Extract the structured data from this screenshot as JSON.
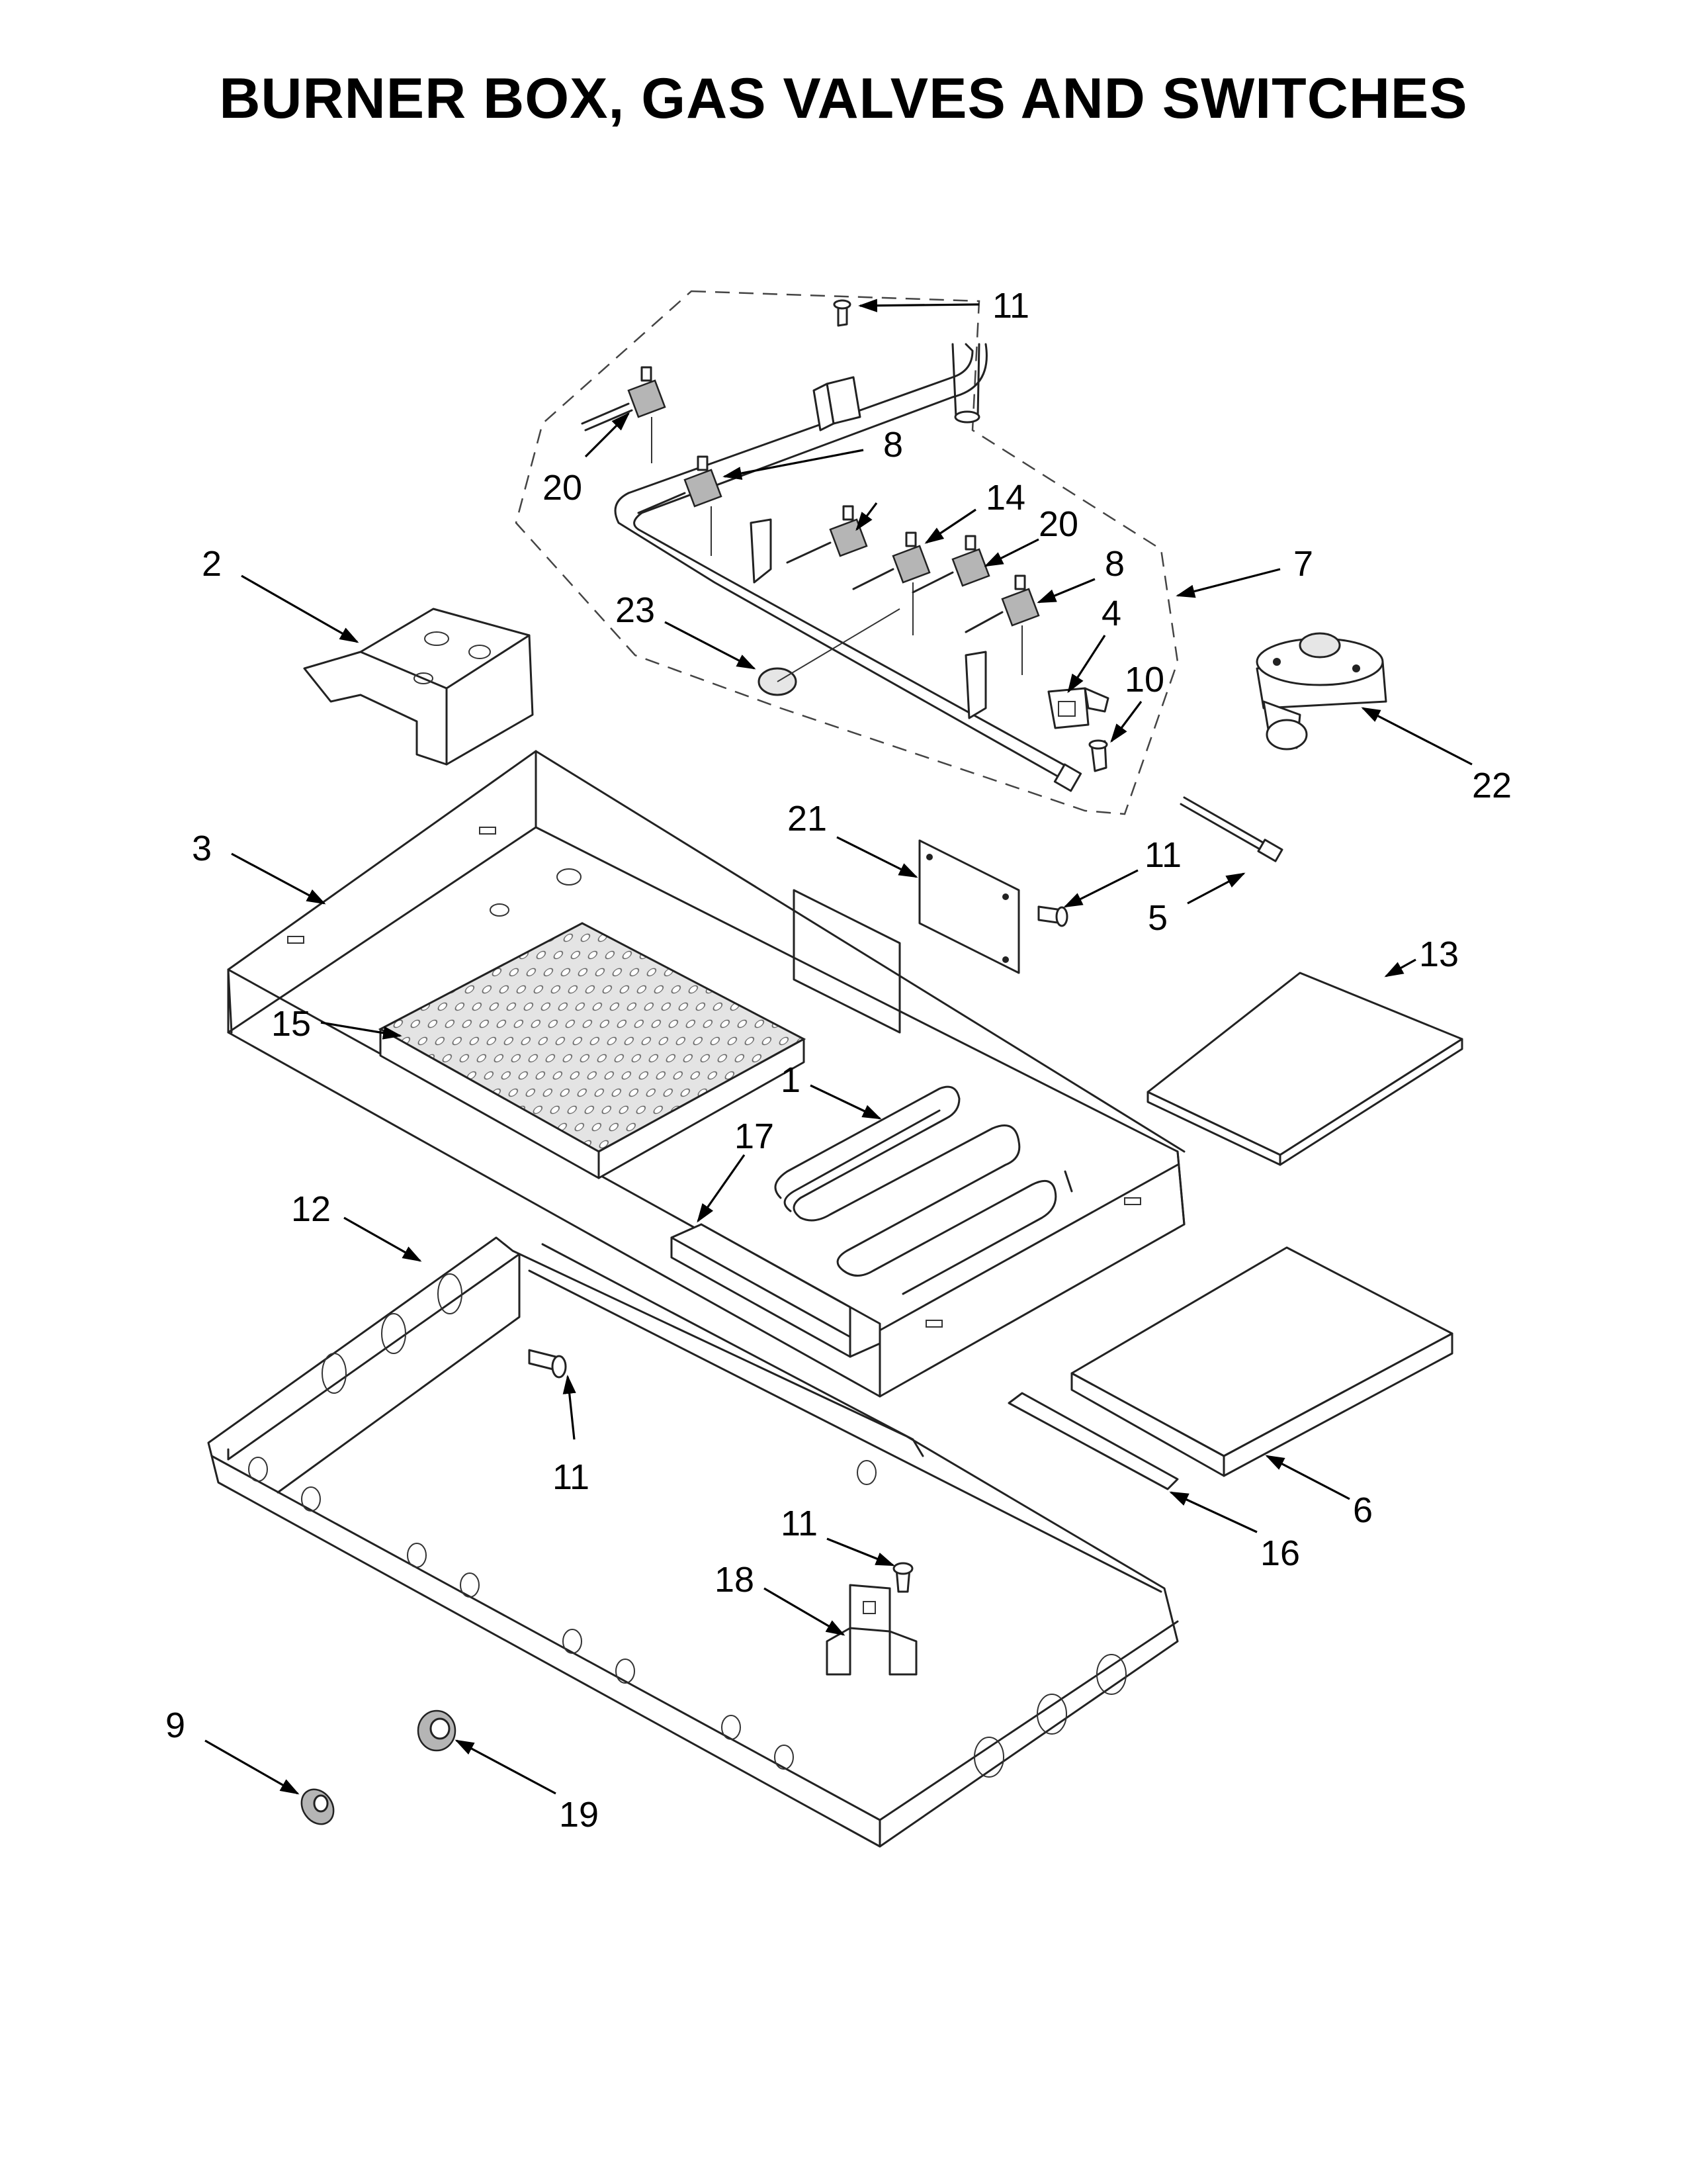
{
  "title": "BURNER BOX, GAS VALVES AND SWITCHES",
  "callouts": [
    {
      "label": "11"
    },
    {
      "label": "8"
    },
    {
      "label": "20"
    },
    {
      "label": "14"
    },
    {
      "label": "20"
    },
    {
      "label": "8"
    },
    {
      "label": "7"
    },
    {
      "label": "2"
    },
    {
      "label": "23"
    },
    {
      "label": "4"
    },
    {
      "label": "10"
    },
    {
      "label": "22"
    },
    {
      "label": "21"
    },
    {
      "label": "11"
    },
    {
      "label": "5"
    },
    {
      "label": "3"
    },
    {
      "label": "13"
    },
    {
      "label": "15"
    },
    {
      "label": "1"
    },
    {
      "label": "17"
    },
    {
      "label": "12"
    },
    {
      "label": "11"
    },
    {
      "label": "6"
    },
    {
      "label": "16"
    },
    {
      "label": "11"
    },
    {
      "label": "18"
    },
    {
      "label": "9"
    },
    {
      "label": "19"
    }
  ]
}
